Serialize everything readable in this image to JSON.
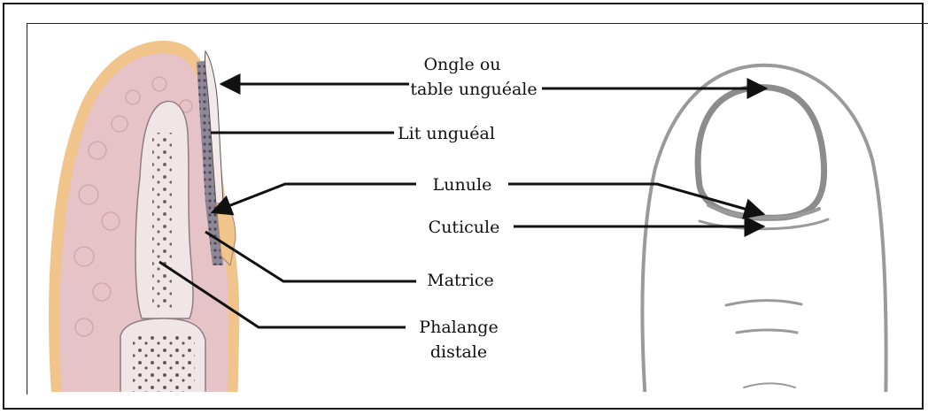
{
  "labels": {
    "ongle_line1": "Ongle ou",
    "ongle_line2": "table unguéale",
    "lit": "Lit unguéal",
    "lunule": "Lunule",
    "cuticule": "Cuticule",
    "matrice": "Matrice",
    "phalange_line1": "Phalange",
    "phalange_line2": "distale"
  },
  "colors": {
    "skin_outline": "#f0c48a",
    "dermis": "#e6c3c6",
    "bone": "#f1e6e6",
    "marrow": "#6b5560",
    "nail_bed": "#7b7383",
    "line": "#111111",
    "sketch": "#9a9a9a"
  }
}
